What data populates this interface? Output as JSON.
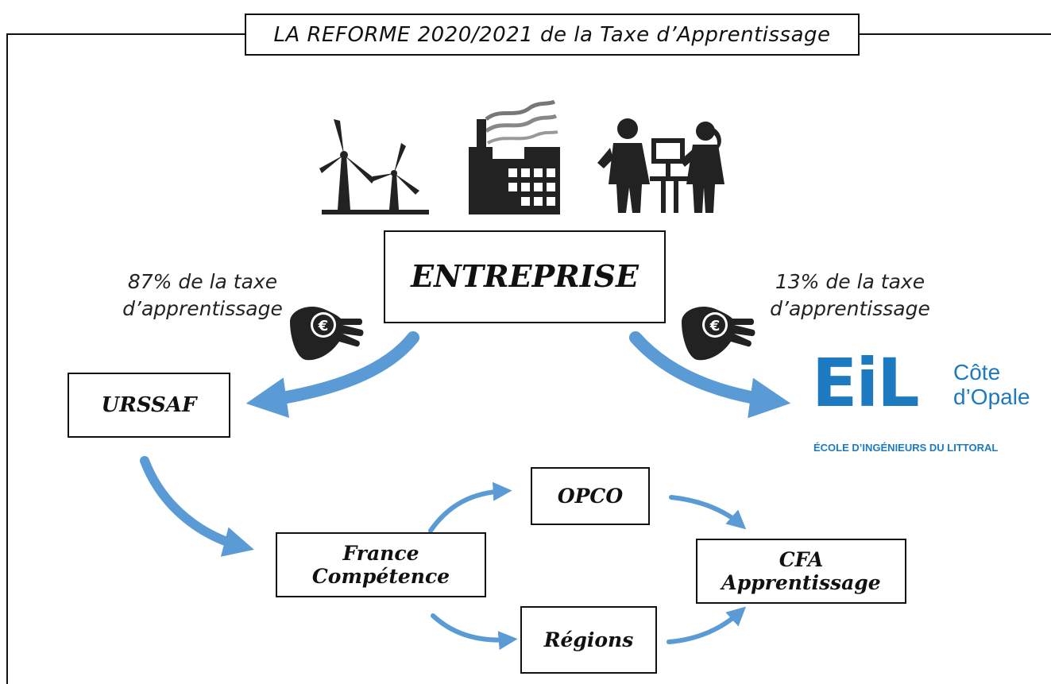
{
  "title": "LA REFORME 2020/2021 de la Taxe d’Apprentissage",
  "icons": {
    "wind": "wind-turbines-icon",
    "factory": "factory-icon",
    "office": "office-workers-icon",
    "hand_coin": "hand-euro-coin-icon"
  },
  "colors": {
    "arrow": "#5b9bd5",
    "eil_blue": "#1e7ac0",
    "ink": "#111111"
  },
  "nodes": {
    "entreprise": "ENTREPRISE",
    "urssaf": "URSSAF",
    "france_line1": "France",
    "france_line2": "Compétence",
    "opco": "OPCO",
    "regions": "Régions",
    "cfa_line1": "CFA",
    "cfa_line2": "Apprentissage"
  },
  "left_share": {
    "line1": "87% de la taxe",
    "line2": "d’apprentissage"
  },
  "right_share": {
    "line1": "13% de la taxe",
    "line2": "d’apprentissage"
  },
  "logo": {
    "mark": "EiL",
    "side_line1": "Côte",
    "side_line2": "d’Opale",
    "tagline": "ÉCOLE D’INGÉNIEURS DU LITTORAL"
  }
}
